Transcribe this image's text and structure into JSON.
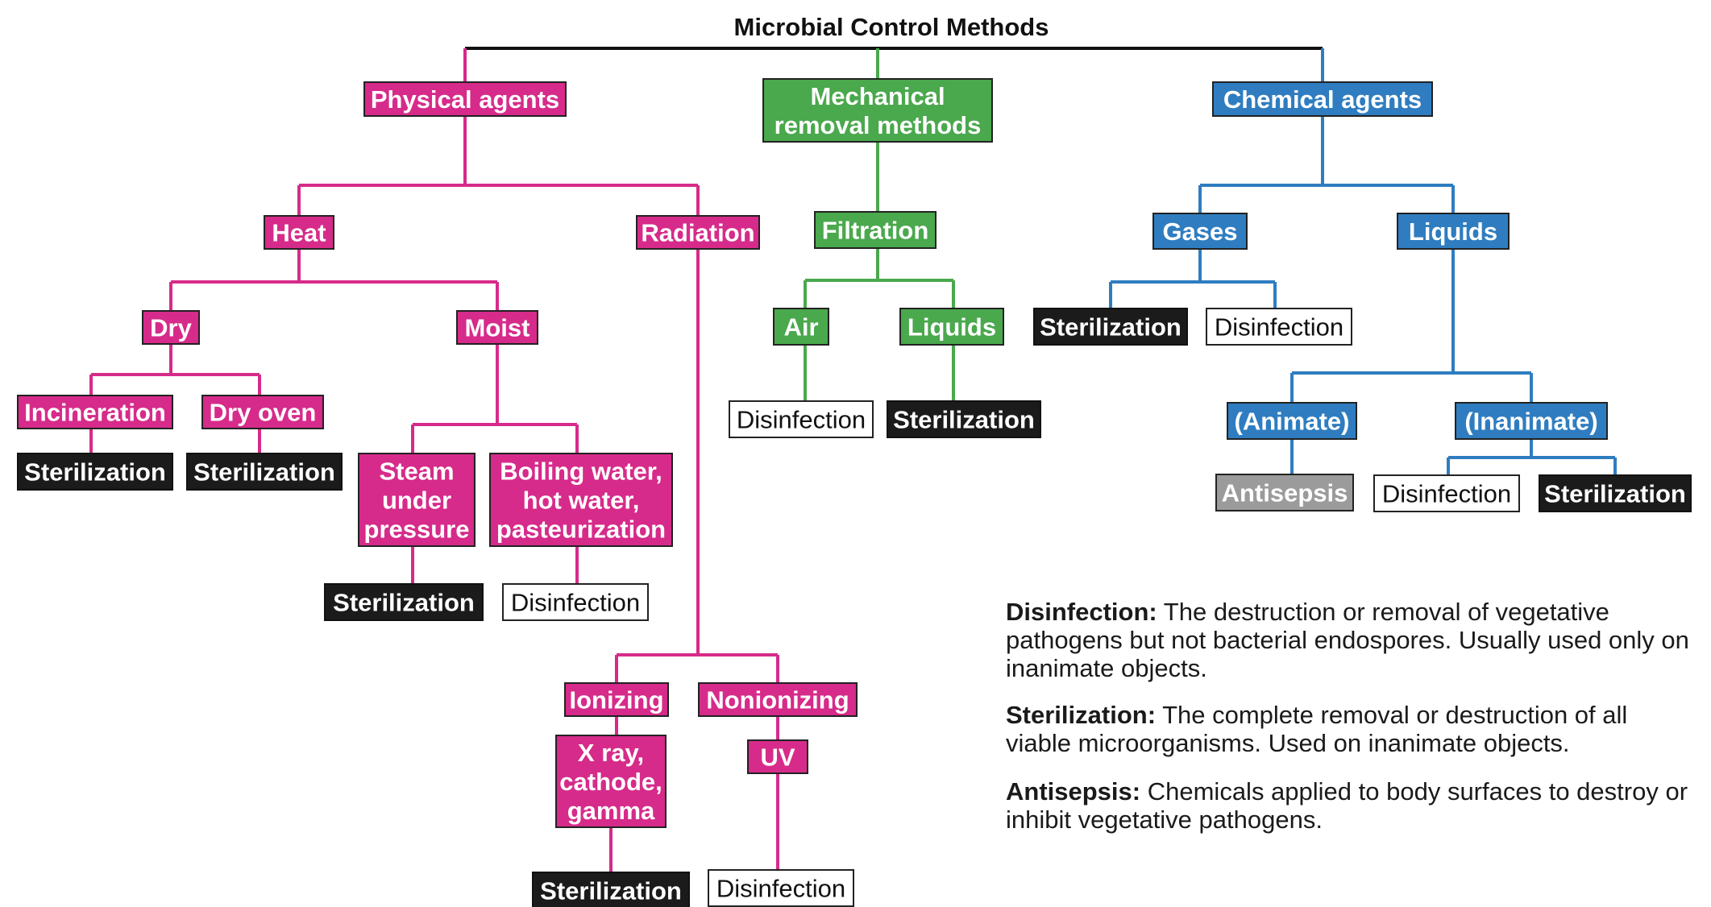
{
  "title": "Microbial Control Methods",
  "colors": {
    "physical": "#d62b8a",
    "mechanical": "#4aa84d",
    "chemical": "#2f7dc0",
    "sterilization": "#1b1b1b",
    "antisepsis": "#9b9b9b",
    "line_main": "#111111"
  },
  "nodes": {
    "physical": "Physical agents",
    "mechanical": "Mechanical removal methods",
    "chemical": "Chemical agents",
    "heat": "Heat",
    "radiation": "Radiation",
    "dry": "Dry",
    "moist": "Moist",
    "incineration": "Incineration",
    "dry_oven": "Dry oven",
    "steam": "Steam under pressure",
    "boiling": "Boiling water, hot water, pasteurization",
    "ionizing": "Ionizing",
    "nonionizing": "Nonionizing",
    "xray": "X ray, cathode, gamma",
    "uv": "UV",
    "filtration": "Filtration",
    "air": "Air",
    "mech_liquids": "Liquids",
    "gases": "Gases",
    "chem_liquids": "Liquids",
    "animate": "(Animate)",
    "inanimate": "(Inanimate)"
  },
  "outcomes": {
    "sterilization": "Sterilization",
    "disinfection": "Disinfection",
    "antisepsis": "Antisepsis"
  },
  "legend": [
    {
      "term": "Disinfection:",
      "text": "The destruction or removal of vegetative pathogens but not bacterial endospores. Usually used only on inanimate objects."
    },
    {
      "term": "Sterilization:",
      "text": "The complete removal or destruction of all viable microorganisms. Used on inanimate objects."
    },
    {
      "term": "Antisepsis:",
      "text": "Chemicals applied to body surfaces to destroy or inhibit vegetative pathogens."
    }
  ]
}
